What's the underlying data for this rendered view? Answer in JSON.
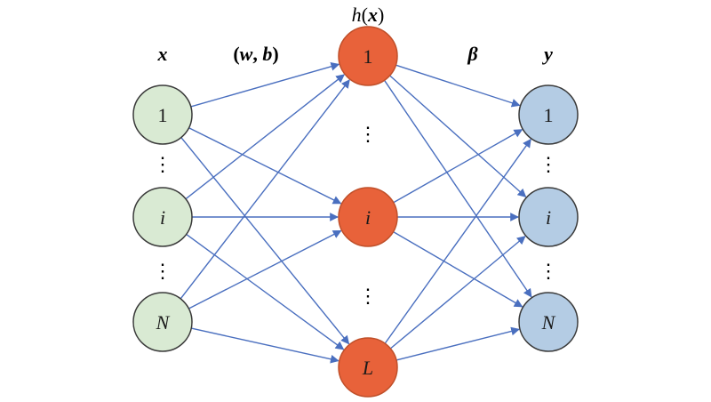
{
  "labels": {
    "input": "x",
    "weights": {
      "open": "(",
      "w": "w",
      "sep": ", ",
      "b": "b",
      "close": ")"
    },
    "hidden": {
      "h": "h",
      "open": "(",
      "x": "x",
      "close": ")"
    },
    "beta": "β",
    "output": "y"
  },
  "input_nodes": [
    "1",
    "i",
    "N"
  ],
  "hidden_nodes": [
    "1",
    "i",
    "L"
  ],
  "output_nodes": [
    "1",
    "i",
    "N"
  ],
  "ellipsis": "⋮",
  "colors": {
    "input_fill": "#d9ead3",
    "input_stroke": "#3a3a3a",
    "hidden_fill": "#e8623a",
    "hidden_stroke": "#c0502a",
    "output_fill": "#b4cce4",
    "output_stroke": "#3a3a3a",
    "edge": "#4a6fbf"
  }
}
